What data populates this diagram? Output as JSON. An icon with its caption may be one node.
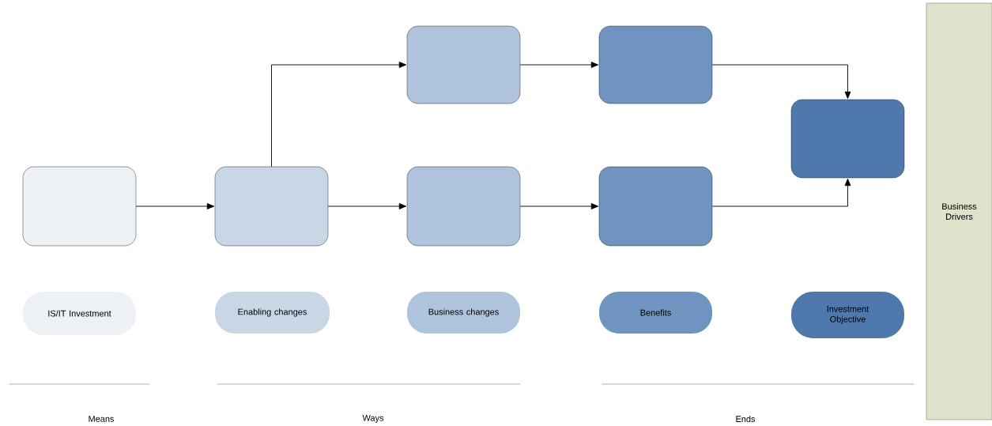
{
  "diagram": {
    "nodes": [
      {
        "text": [],
        "shape": "box"
      },
      {
        "text": [],
        "shape": "box"
      },
      {
        "text": [],
        "shape": "box"
      },
      {
        "text": [],
        "shape": "box"
      },
      {
        "text": [],
        "shape": "box"
      },
      {
        "text": [],
        "shape": "box"
      },
      {
        "text": [],
        "shape": "box"
      },
      {
        "text": [
          "Business Drivers"
        ]
      }
    ],
    "edges": [
      {
        "from": 0,
        "to": 1,
        "arrow": "to"
      },
      {
        "from": 1,
        "to": 2,
        "arrow": "to"
      },
      {
        "from": 1,
        "to": 3,
        "arrow": "to"
      },
      {
        "from": 2,
        "to": 4,
        "arrow": "to"
      },
      {
        "from": 3,
        "to": 5,
        "arrow": "to"
      },
      {
        "from": 4,
        "to": 6,
        "arrow": "to"
      },
      {
        "from": 5,
        "to": 6,
        "arrow": "to"
      }
    ],
    "labels": [
      "Means",
      "Ways",
      "Ends"
    ],
    "legend": [
      {
        "text": "IS/IT Investment",
        "color": "#edf1f6"
      },
      {
        "text": "Enabling changes",
        "color": "#c9d6e6"
      },
      {
        "text": "Business changes",
        "color": "#b0c3dc"
      },
      {
        "text": "Benefits",
        "color": "#7094c0"
      },
      {
        "text": "Investment Objective",
        "color": "#4f79ad"
      }
    ]
  }
}
